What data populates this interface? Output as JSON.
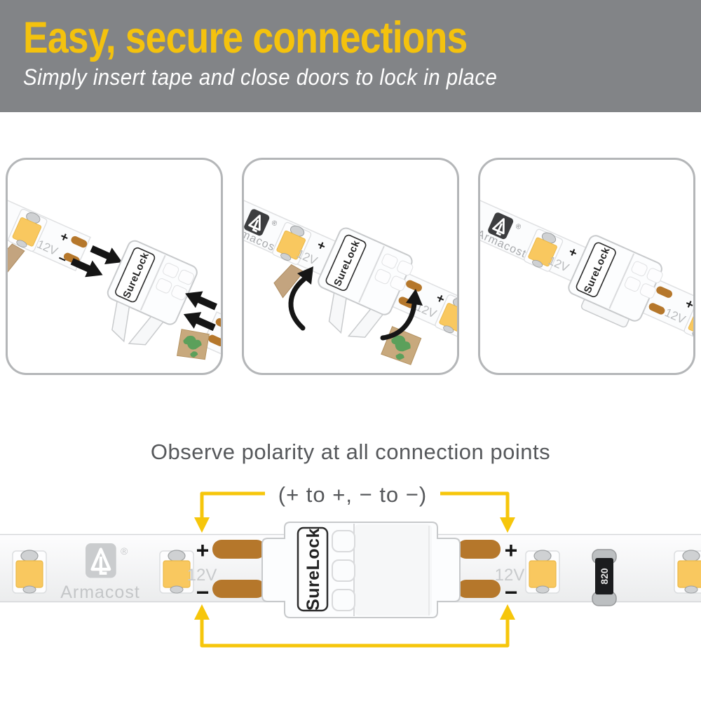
{
  "header": {
    "title": "Easy, secure connections",
    "subtitle": "Simply insert tape and close doors to lock in place"
  },
  "polarity": {
    "heading": "Observe polarity at all connection points",
    "note": "(+ to +, − to −)"
  },
  "strip": {
    "brand": "Armacost",
    "registered": "®",
    "voltage": "12V",
    "plus": "+",
    "minus": "−",
    "connector": "SureLock",
    "resistor": "820"
  },
  "colors": {
    "header_bg": "#828487",
    "accent_yellow": "#f5c30c",
    "text_gray": "#56585b",
    "marking_gray": "#c6c8ca",
    "copper": "#b5772b",
    "led_amber": "#f9c85f",
    "panel_border": "#b4b6b8",
    "arrow_black": "#151515"
  }
}
